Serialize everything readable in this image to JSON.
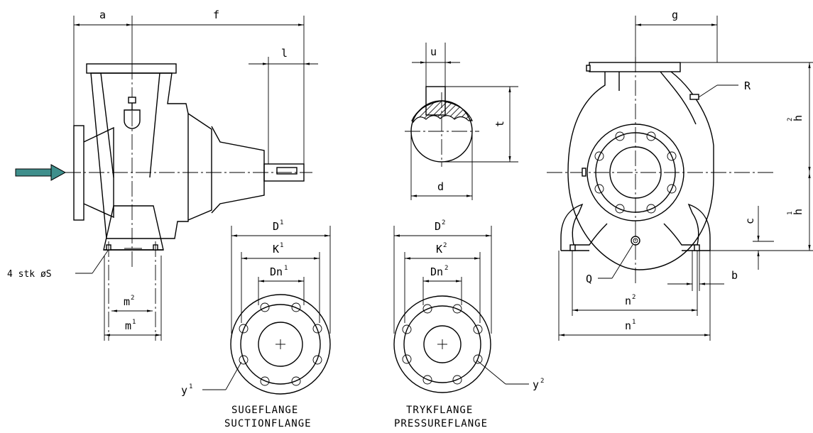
{
  "dimensions": {
    "a": "a",
    "f": "f",
    "l": "l",
    "u": "u",
    "t": "t",
    "d": "d",
    "g": "g",
    "R": "R",
    "h2": "h",
    "h2_sub": "2",
    "h1": "h",
    "h1_sub": "1",
    "c": "c",
    "b": "b",
    "Q": "Q",
    "n2": "n",
    "n2_sub": "2",
    "n1": "n",
    "n1_sub": "1",
    "m2": "m",
    "m2_sub": "2",
    "m1": "m",
    "m1_sub": "1",
    "D1": "D",
    "D1_sub": "1",
    "K1": "K",
    "K1_sub": "1",
    "Dn1": "Dn",
    "Dn1_sub": "1",
    "D2": "D",
    "D2_sub": "2",
    "K2": "K",
    "K2_sub": "2",
    "Dn2": "Dn",
    "Dn2_sub": "2",
    "y1": "y",
    "y1_sub": "1",
    "y2": "y",
    "y2_sub": "2"
  },
  "notes": {
    "bolts": "4 stk øS"
  },
  "captions": {
    "suction_dk": "SUGEFLANGE",
    "suction_en": "SUCTIONFLANGE",
    "pressure_dk": "TRYKFLANGE",
    "pressure_en": "PRESSUREFLANGE"
  },
  "colors": {
    "flow_arrow": "#3f8f8c",
    "line": "#000000"
  }
}
